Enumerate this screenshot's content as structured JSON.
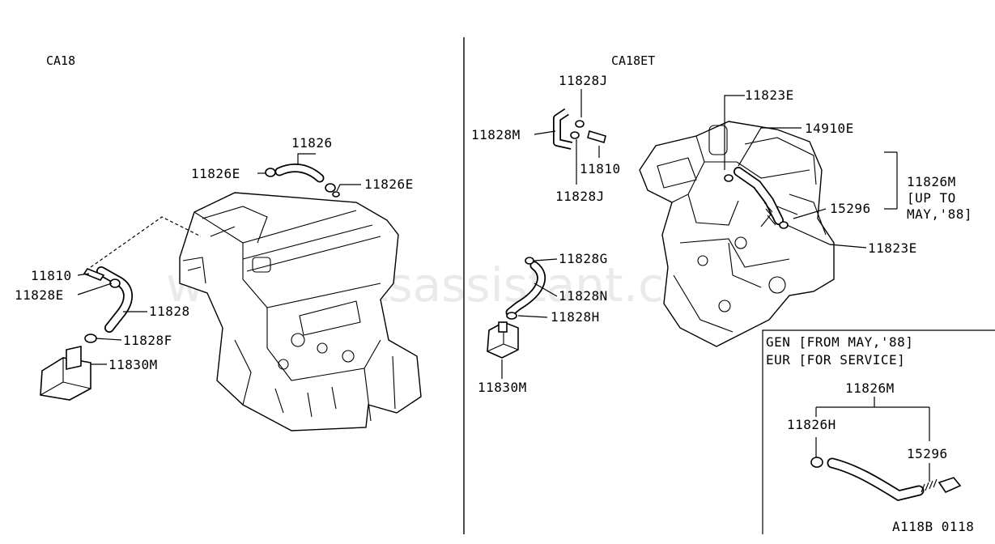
{
  "watermark": "www.partsassistant.com",
  "left_panel": {
    "title": "CA18",
    "labels": {
      "p11826": "11826",
      "p11826E_left": "11826E",
      "p11826E_right": "11826E",
      "p11810": "11810",
      "p11828E": "11828E",
      "p11828": "11828",
      "p11828F": "11828F",
      "p11830M": "11830M"
    }
  },
  "right_panel": {
    "title": "CA18ET",
    "labels": {
      "p11828J_top": "11828J",
      "p11828M": "11828M",
      "p11810": "11810",
      "p11828J_bottom": "11828J",
      "p11823E_top": "11823E",
      "p14910E": "14910E",
      "p11826M": "11826M",
      "up_to_1": "[UP TO",
      "up_to_2": "MAY,'88]",
      "p15296": "15296",
      "p11823E_bottom": "11823E",
      "p11828G": "11828G",
      "p11828N": "11828N",
      "p11828H": "11828H",
      "p11830M": "11830M"
    }
  },
  "inset": {
    "line1": "GEN [FROM MAY,'88]",
    "line2": "EUR [FOR SERVICE]",
    "p11826M": "11826M",
    "p11826H": "11826H",
    "p15296": "15296"
  },
  "ref_code": "A118B 0118"
}
